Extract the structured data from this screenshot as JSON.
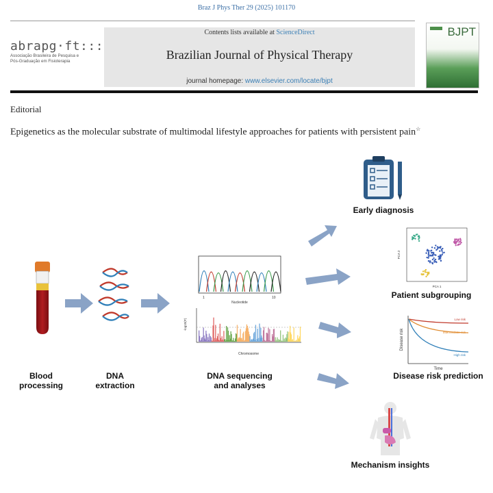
{
  "header": {
    "citation": "Braz J Phys Ther 29 (2025) 101170",
    "contents_prefix": "Contents lists available at ",
    "contents_link": "ScienceDirect",
    "journal_title": "Brazilian Journal of Physical Therapy",
    "homepage_prefix": "journal homepage: ",
    "homepage_link": "www.elsevier.com/locate/bjpt",
    "logo_left_text": "abrapg·ft:::",
    "logo_left_sub1": "Associação Brasileira de Pesquisa e",
    "logo_left_sub2": "Pós-Graduação em Fisioterapia",
    "cover_text": "BJPT"
  },
  "article": {
    "section": "Editorial",
    "title": "Epigenetics as the molecular substrate of multimodal lifestyle approaches for patients with persistent pain",
    "title_mark": "☆"
  },
  "figure": {
    "steps": {
      "blood": [
        "Blood",
        "processing"
      ],
      "dna": [
        "DNA",
        "extraction"
      ],
      "seq": [
        "DNA sequencing",
        "and analyses"
      ]
    },
    "outcomes": {
      "early": "Early diagnosis",
      "subgroup": "Patient subgrouping",
      "risk": "Disease risk prediction",
      "mech": "Mechanism insights"
    },
    "chromatogram": {
      "xlabel": "Nucleotide",
      "tick_start": "1",
      "tick_end": "10"
    },
    "manhattan": {
      "xlabel": "Chromosome",
      "ylabel": "-log10(P)"
    },
    "pca": {
      "xlabel": "PCA 1",
      "ylabel": "PCA 2"
    },
    "survival": {
      "xlabel": "Time",
      "ylabel": "Disease risk",
      "low": "Low risk",
      "intermediate": "Intermediate risk",
      "high": "High risk"
    }
  },
  "colors": {
    "arrow": "#8aa3c6",
    "link": "#3b7fb5",
    "low": "#c0392b",
    "intermediate": "#e08a2e",
    "high": "#2f7fb8"
  }
}
